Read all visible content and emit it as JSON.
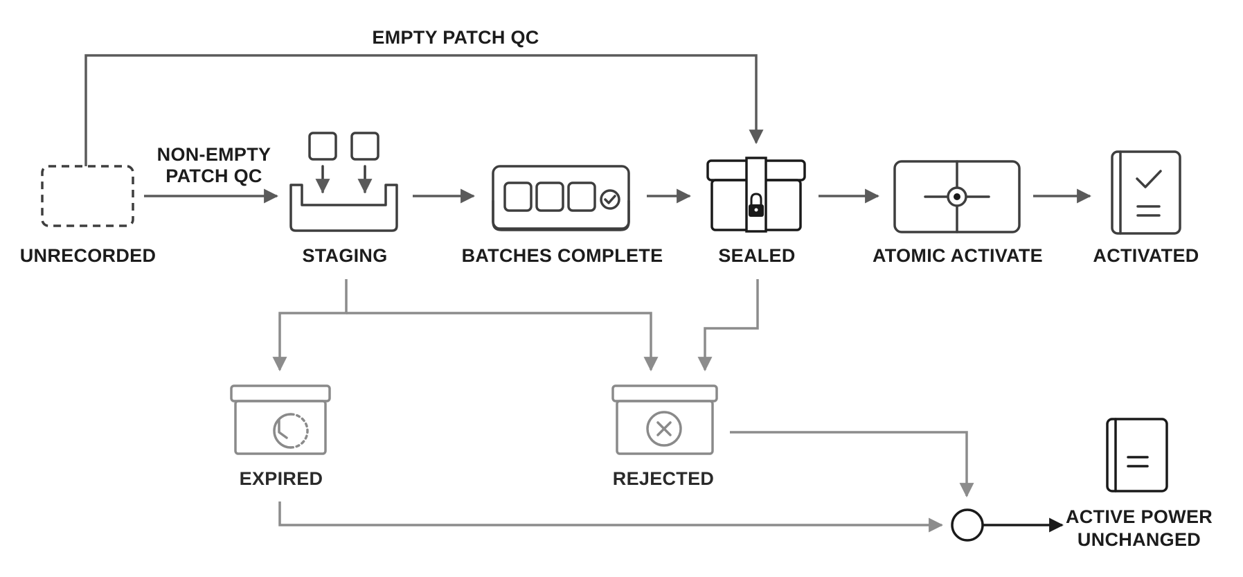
{
  "nodes": {
    "unrecorded": "UNRECORDED",
    "staging": "STAGING",
    "batches_complete": "BATCHES COMPLETE",
    "sealed": "SEALED",
    "atomic_activate": "ATOMIC ACTIVATE",
    "activated": "ACTIVATED",
    "expired": "EXPIRED",
    "rejected": "REJECTED",
    "active_power_line1": "ACTIVE POWER",
    "active_power_line2": "UNCHANGED"
  },
  "edges": {
    "empty_patch_qc": "EMPTY PATCH QC",
    "non_empty_line1": "NON-EMPTY",
    "non_empty_line2": "PATCH QC"
  },
  "colors": {
    "primary_stroke": "#3e3e3e",
    "dark_stroke": "#1a1a1a",
    "muted_stroke": "#8a8a8a"
  },
  "icons": {
    "unrecorded": "dashed-box-icon",
    "staging": "tray-icon",
    "batches_complete": "batches-check-icon",
    "sealed": "locked-chest-icon",
    "atomic_activate": "crosshair-box-icon",
    "activated": "checklist-book-icon",
    "expired": "clock-box-icon",
    "rejected": "x-box-icon",
    "active_power_unchanged": "equals-book-icon"
  }
}
